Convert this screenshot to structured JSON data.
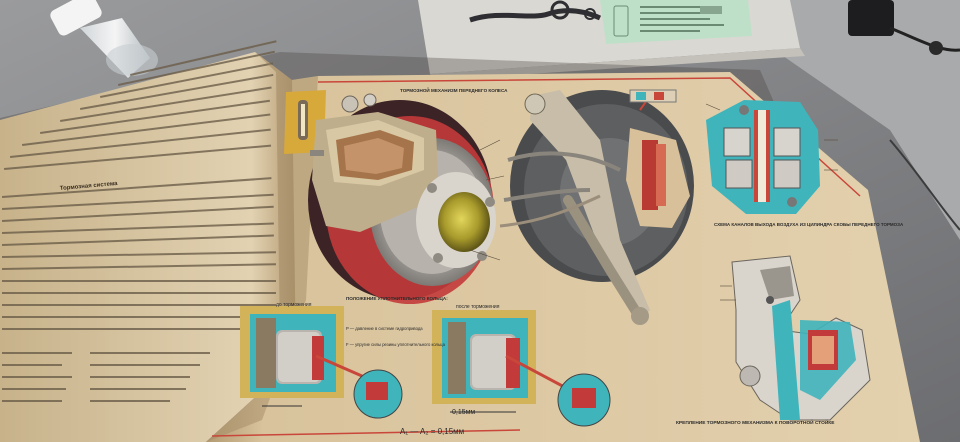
{
  "page_captions": {
    "caliper_title": "ТОРМОЗНОЙ МЕХАНИЗМ ПЕРЕДНЕГО КОЛЕСА",
    "before_braking": "до торможения",
    "ring_position": "ПОЛОЖЕНИЕ УПЛОТНИТЕЛЬНОГО КОЛЬЦА:",
    "after_braking": "после торможения",
    "legend_pressure": "P — давление в системе гидропривода",
    "legend_elastic": "F — упругие силы резины уплотнительного кольца",
    "gap_label": "0,15мм",
    "gap_formula": "A₁ — A₂ = 0,15мм",
    "bleed_title": "СХЕМА КАНАЛОВ ВЫХОДА ВОЗДУХА ИЗ ЦИЛИНДРА СКОБЫ ПЕРЕДНЕГО ТОРМОЗА",
    "mount_title": "КРЕПЛЕНИЕ ТОРМОЗНОГО МЕХАНИЗМА К ПОВОРОТНОЙ СТОЙКЕ",
    "left_heading": "Тормозная система"
  },
  "colors": {
    "page": "#dcc9a4",
    "red_rule": "#c9463a",
    "cyan_part": "#3fb4bb",
    "disc_grey": "#9d9a97",
    "hub_green": "#b8a83a"
  }
}
